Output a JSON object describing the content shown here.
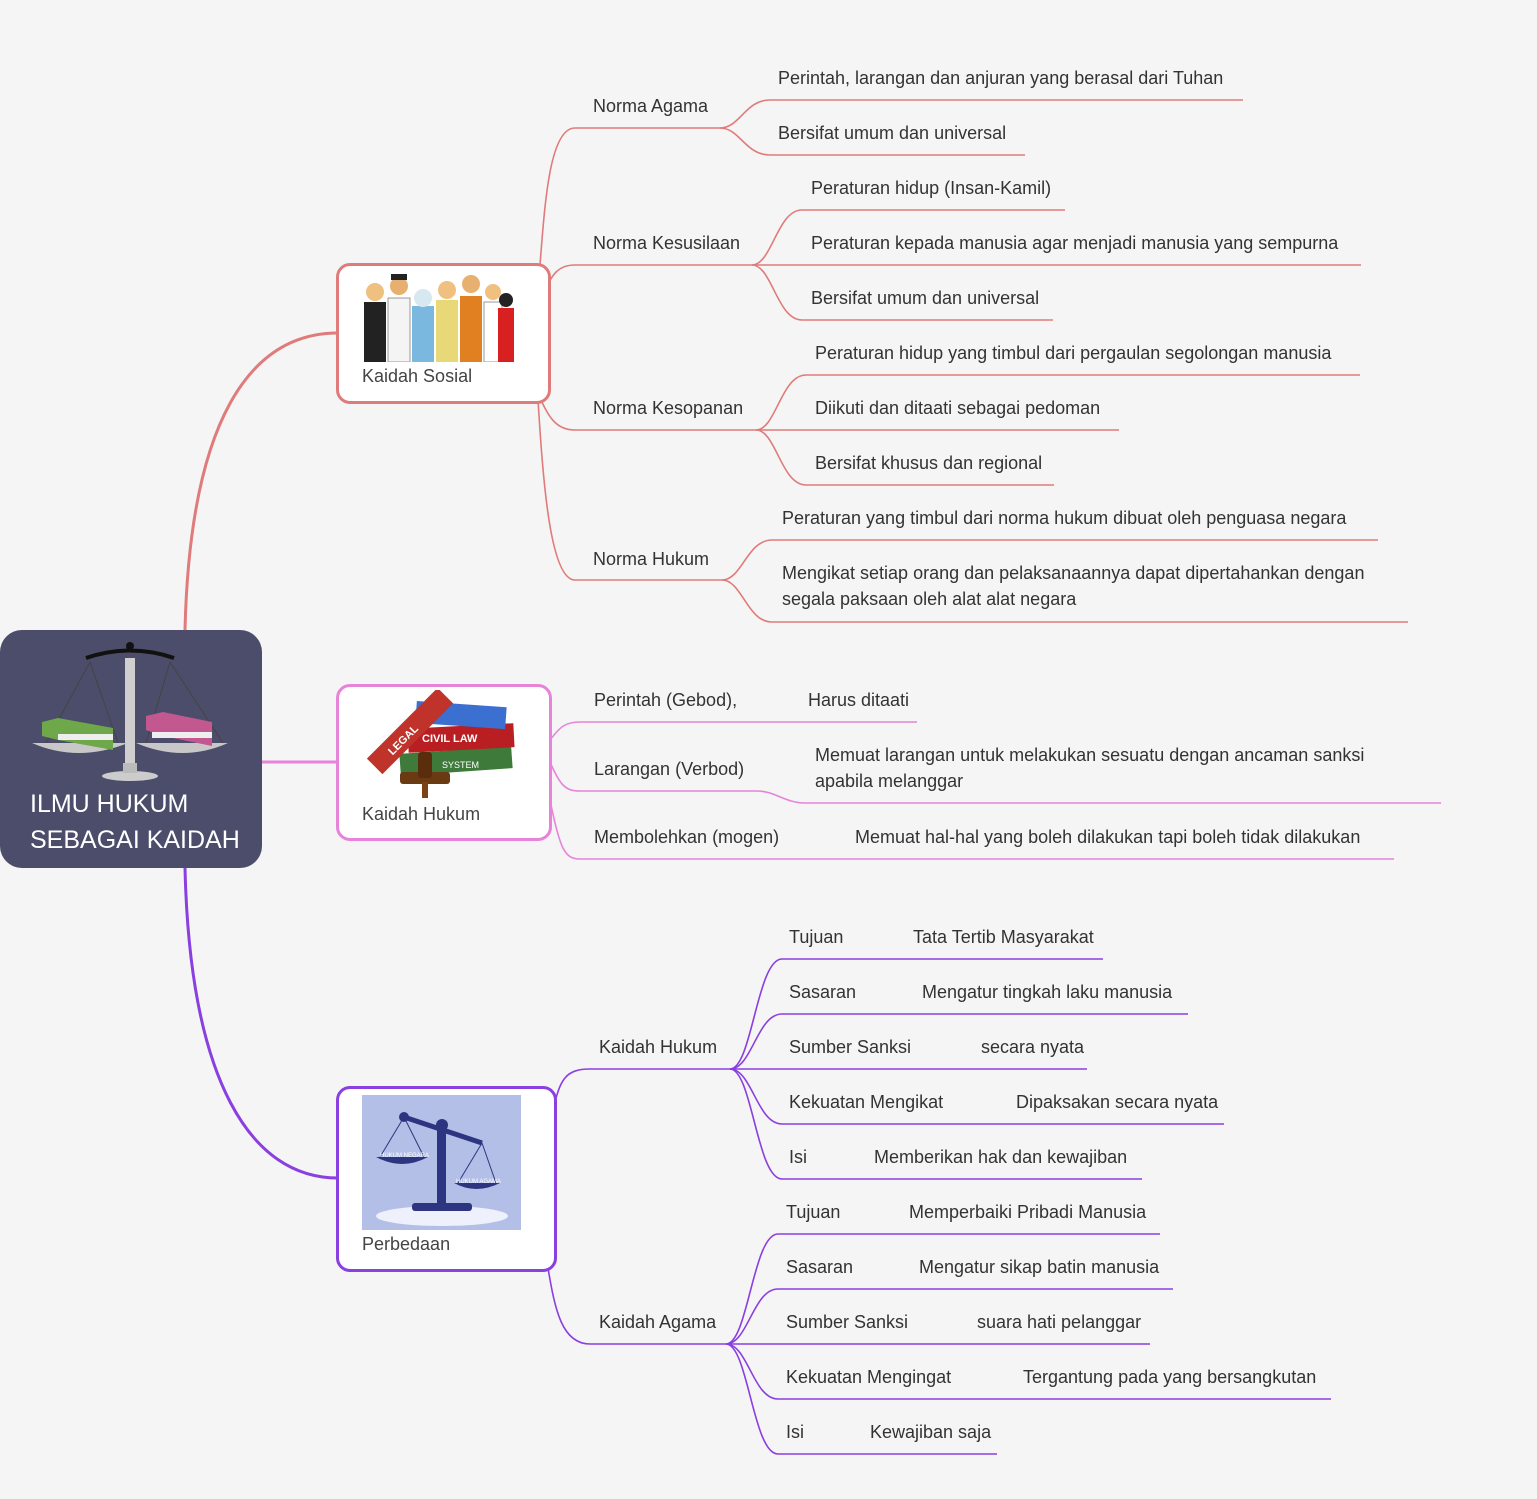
{
  "root": {
    "line1": "ILMU HUKUM",
    "line2": "SEBAGAI KAIDAH",
    "icon": "scales-with-books-icon"
  },
  "colors": {
    "branch1": "#e07b7b",
    "branch2": "#e783d9",
    "branch3": "#8a3fe0",
    "root_bg": "#4b4d6a",
    "background": "#f5f5f5"
  },
  "branches": [
    {
      "label": "Kaidah Sosial",
      "image": "people-group-icon",
      "children": [
        {
          "label": "Norma Agama",
          "items": [
            "Perintah, larangan dan anjuran yang berasal dari Tuhan",
            "Bersifat  umum dan universal"
          ]
        },
        {
          "label": "Norma Kesusilaan",
          "items": [
            "Peraturan hidup (Insan-Kamil)",
            "Peraturan kepada manusia agar menjadi manusia yang sempurna",
            "Bersifat umum dan universal"
          ]
        },
        {
          "label": "Norma Kesopanan",
          "items": [
            "Peraturan hidup yang timbul dari pergaulan segolongan manusia",
            "Diikuti dan ditaati sebagai pedoman",
            "Bersifat khusus dan regional"
          ]
        },
        {
          "label": "Norma Hukum",
          "items": [
            "Peraturan yang timbul dari norma hukum dibuat oleh penguasa negara",
            "Mengikat setiap orang dan pelaksanaannya dapat dipertahankan dengan segala paksaan oleh alat alat negara"
          ]
        }
      ]
    },
    {
      "label": "Kaidah Hukum",
      "image": "law-books-gavel-icon",
      "book_labels": [
        "LEGAL",
        "CIVIL LAW",
        "SYSTEM"
      ],
      "children": [
        {
          "label": "Perintah (Gebod),",
          "value": "Harus ditaati"
        },
        {
          "label": "Larangan (Verbod)",
          "value": "Memuat larangan untuk melakukan sesuatu dengan ancaman sanksi apabila melanggar"
        },
        {
          "label": "Membolehkan (mogen)",
          "value": "Memuat hal-hal yang boleh dilakukan tapi boleh tidak dilakukan"
        }
      ]
    },
    {
      "label": "Perbedaan",
      "image": "balance-scale-icon",
      "scale_labels": [
        "HUKUM NEGARA",
        "HUKUM AGAMA"
      ],
      "children": [
        {
          "label": "Kaidah Hukum",
          "rows": [
            {
              "k": "Tujuan",
              "v": "Tata Tertib Masyarakat"
            },
            {
              "k": "Sasaran",
              "v": "Mengatur tingkah laku manusia"
            },
            {
              "k": "Sumber Sanksi",
              "v": "secara nyata"
            },
            {
              "k": "Kekuatan Mengikat",
              "v": "Dipaksakan secara nyata"
            },
            {
              "k": "Isi",
              "v": "Memberikan hak dan kewajiban"
            }
          ]
        },
        {
          "label": "Kaidah Agama",
          "rows": [
            {
              "k": "Tujuan",
              "v": "Memperbaiki Pribadi Manusia"
            },
            {
              "k": "Sasaran",
              "v": "Mengatur sikap batin manusia"
            },
            {
              "k": "Sumber Sanksi",
              "v": "suara hati pelanggar"
            },
            {
              "k": "Kekuatan Mengingat",
              "v": "Tergantung pada yang bersangkutan"
            },
            {
              "k": "Isi",
              "v": "Kewajiban saja"
            }
          ]
        }
      ]
    }
  ]
}
